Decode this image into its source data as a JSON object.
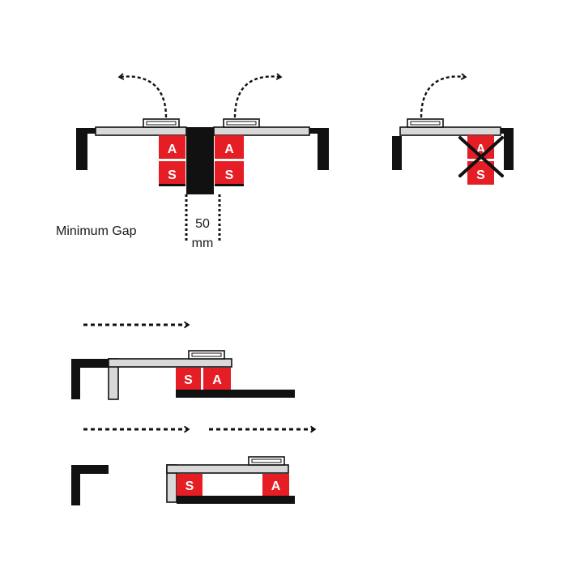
{
  "colors": {
    "magnet_red": "#e51d25",
    "wall_black": "#111111",
    "door_grey": "#d9d9d9",
    "outline": "#111111",
    "background": "#ffffff"
  },
  "labels": {
    "min_gap": "Minimum Gap",
    "gap_value": "50",
    "gap_unit": "mm"
  },
  "markers": {
    "attract": "A",
    "stop": "S"
  }
}
